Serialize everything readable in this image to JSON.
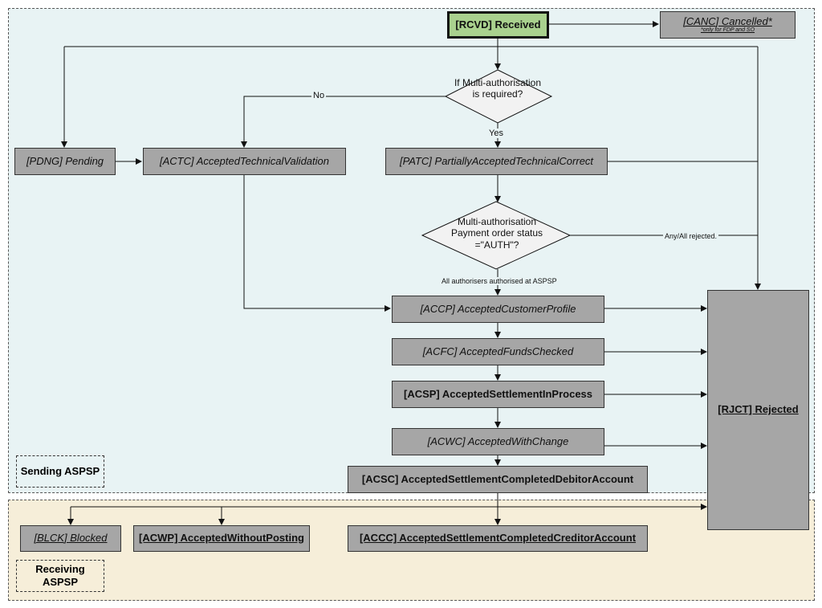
{
  "regions": {
    "sending": "Sending ASPSP",
    "receiving": "Receiving ASPSP"
  },
  "nodes": {
    "rcvd": "[RCVD] Received",
    "canc": "[CANC] Cancelled*",
    "canc_note": "*only for FDP and SO",
    "pdng": "[PDNG] Pending",
    "actc": "[ACTC] AcceptedTechnicalValidation",
    "patc": "[PATC] PartiallyAcceptedTechnicalCorrect",
    "accp": "[ACCP] AcceptedCustomerProfile",
    "acfc": "[ACFC] AcceptedFundsChecked",
    "acsp": "[ACSP] AcceptedSettlementInProcess",
    "acwc": "[ACWC] AcceptedWithChange",
    "acsc": "[ACSC] AcceptedSettlementCompletedDebitorAccount",
    "rjct": "[RJCT] Rejected",
    "blck": "[BLCK] Blocked",
    "acwp": "[ACWP] AcceptedWithoutPosting",
    "accc": "[ACCC] AcceptedSettlementCompletedCreditorAccount"
  },
  "decisions": {
    "multi_auth_required": "If Multi-authorisation is required?",
    "multi_auth_status": "Multi-authorisation Payment order status =\"AUTH\"?"
  },
  "edge_labels": {
    "no": "No",
    "yes": "Yes",
    "any_all_rejected": "Any/All rejected.",
    "all_authorised": "All authorisers authorised at ASPSP"
  },
  "colors": {
    "received_fill": "#a9d18e",
    "node_fill": "#a6a6a6",
    "sending_region": "#e8f3f4",
    "receiving_region": "#f6eed9"
  }
}
